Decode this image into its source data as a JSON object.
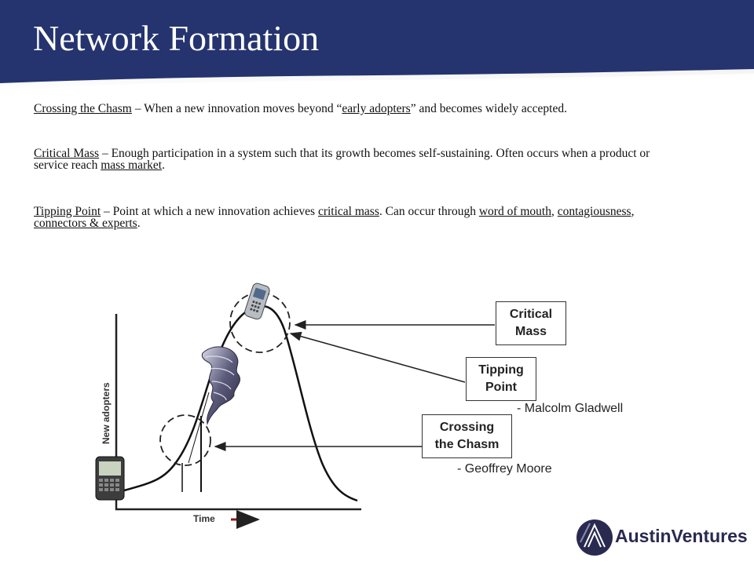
{
  "slide": {
    "title": "Network Formation",
    "header_color": "#25346f"
  },
  "definitions": [
    {
      "term": "Crossing the Chasm",
      "parts": [
        " – When a new innovation moves beyond “",
        "early adopters",
        "” and becomes widely accepted."
      ]
    },
    {
      "term": "Critical Mass",
      "parts": [
        " – Enough participation in a system such that its growth becomes self-sustaining.  Often occurs when a product or service reach ",
        "mass market",
        "."
      ]
    },
    {
      "term": "Tipping Point",
      "parts": [
        " – Point at which a new innovation achieves ",
        "critical mass",
        ".  Can occur through ",
        "word of mouth",
        ", ",
        "contagiousness",
        ", ",
        "connectors & experts",
        "."
      ]
    }
  ],
  "diagram": {
    "x_axis_label": "Time",
    "y_axis_label": "New adopters",
    "labels": {
      "critical_mass": "Critical\nMass",
      "tipping_point": "Tipping\nPoint",
      "crossing_chasm": "Crossing\nthe Chasm"
    },
    "attributions": {
      "gladwell": "- Malcolm Gladwell",
      "moore": "- Geoffrey Moore"
    },
    "icons": [
      "pda-device-icon",
      "tornado-icon",
      "mobile-phone-icon"
    ]
  },
  "logo": {
    "text": "AustinVentures"
  }
}
